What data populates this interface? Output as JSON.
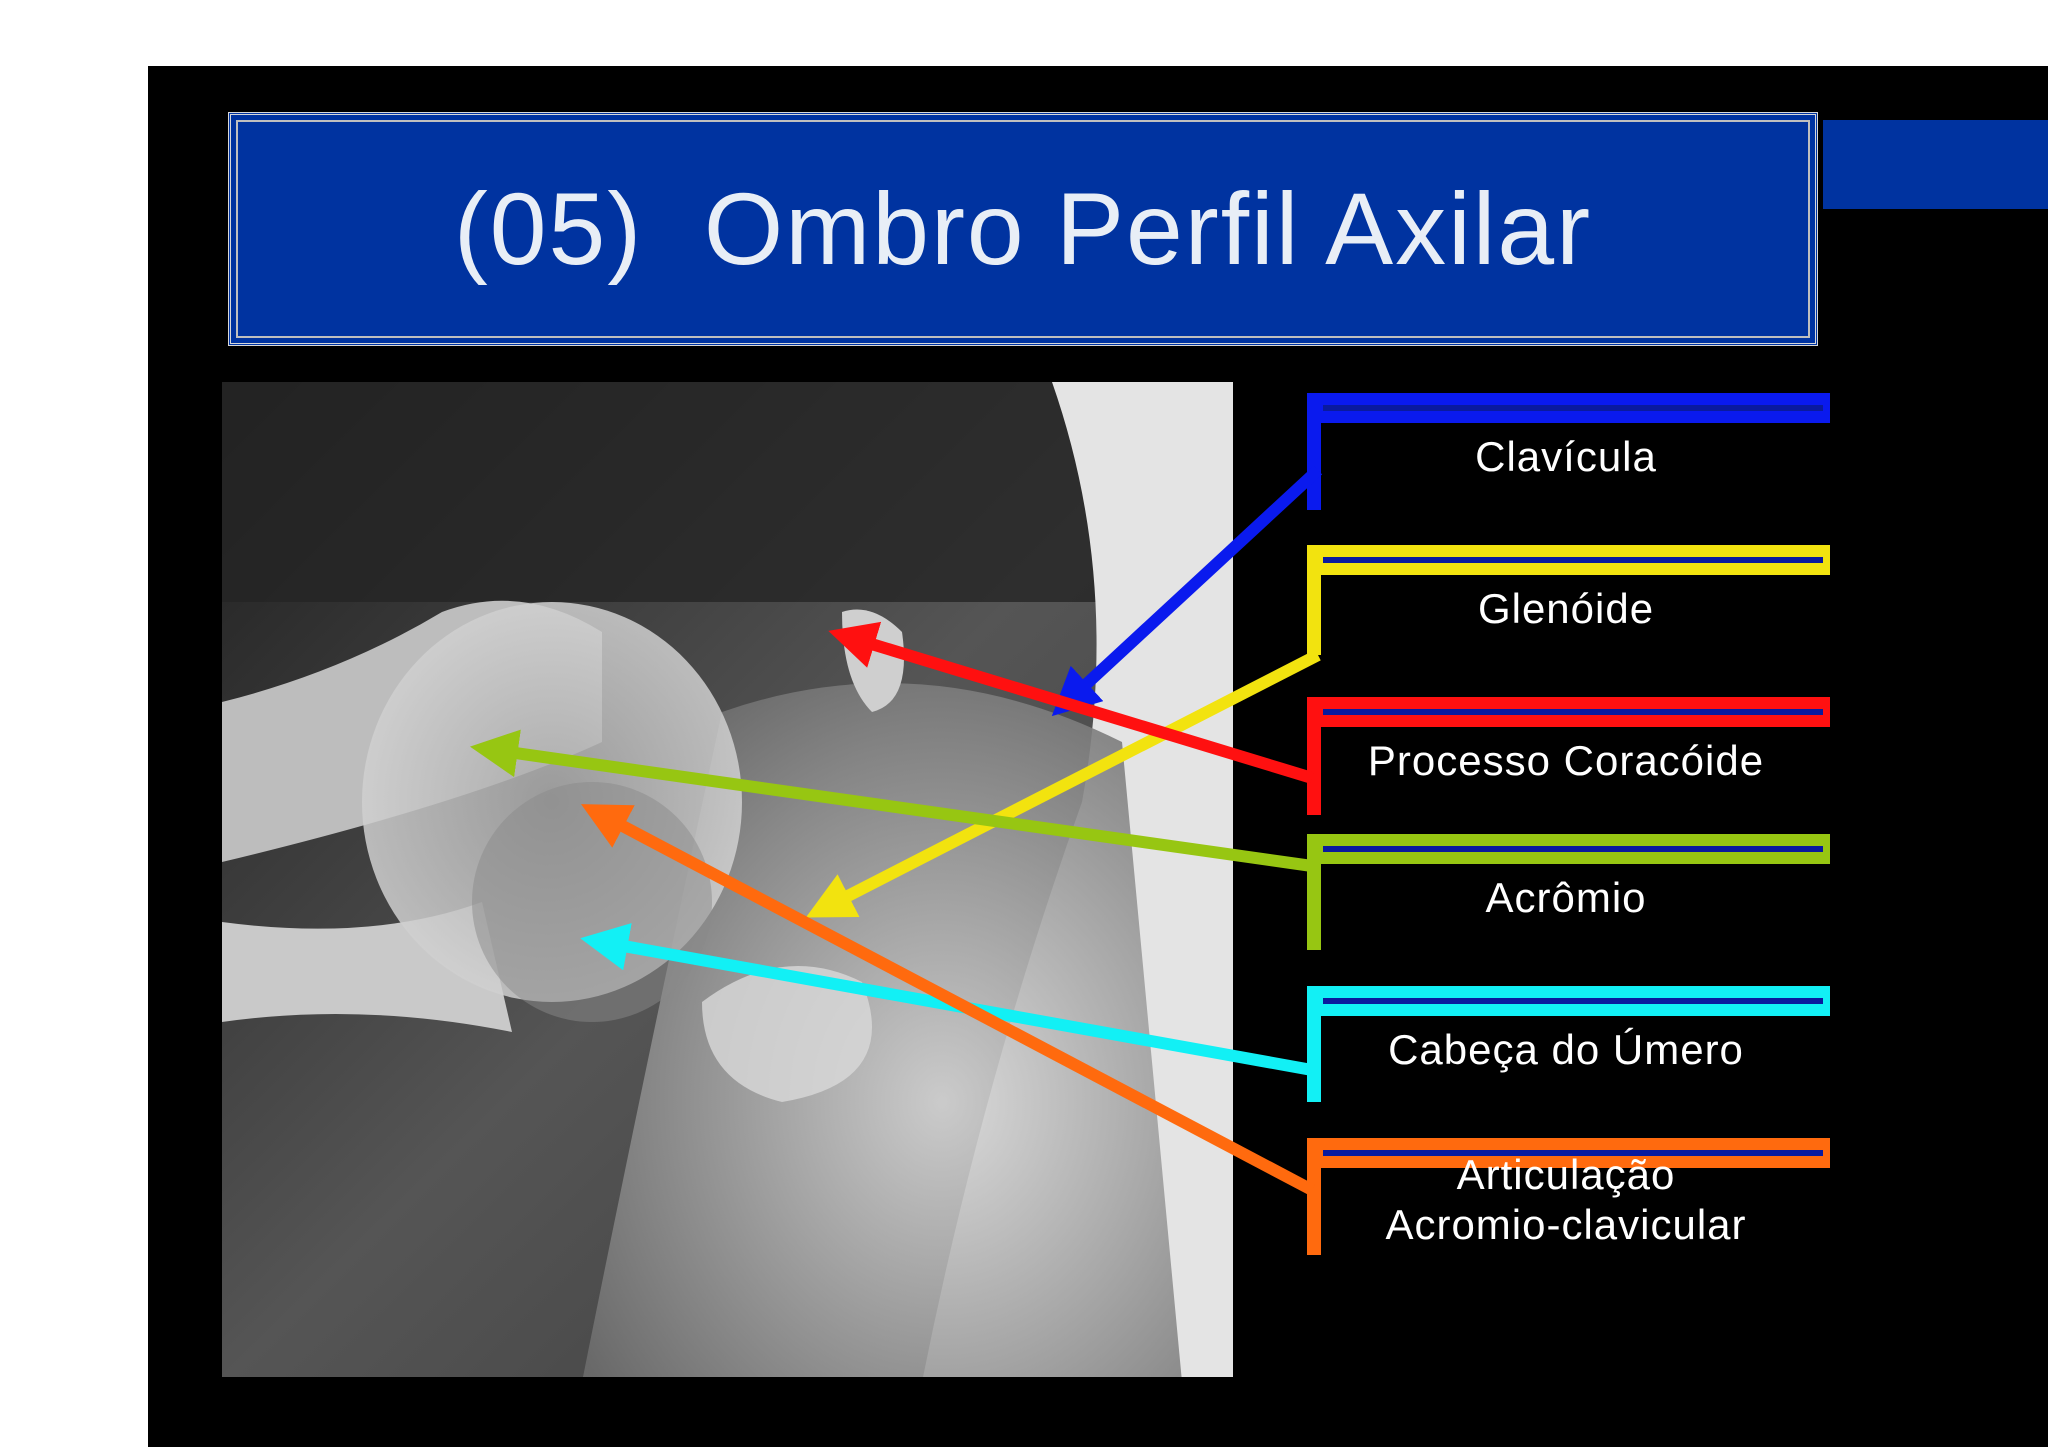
{
  "title": "(05)  Ombro Perfil Axilar",
  "colors": {
    "title_bg": "#0033a0",
    "slide_bg": "#000000"
  },
  "labels": [
    {
      "text": "Clavícula",
      "color": "#0a1aee"
    },
    {
      "text": "Glenóide",
      "color": "#f2e30f"
    },
    {
      "text": "Processo Coracóide",
      "color": "#ff1010"
    },
    {
      "text": "Acrômio",
      "color": "#97c612"
    },
    {
      "text": "Cabeça do Úmero",
      "color": "#12f0f5"
    },
    {
      "text": "Articulação\nAcromio-clavicular",
      "color": "#ff6a0e"
    }
  ]
}
